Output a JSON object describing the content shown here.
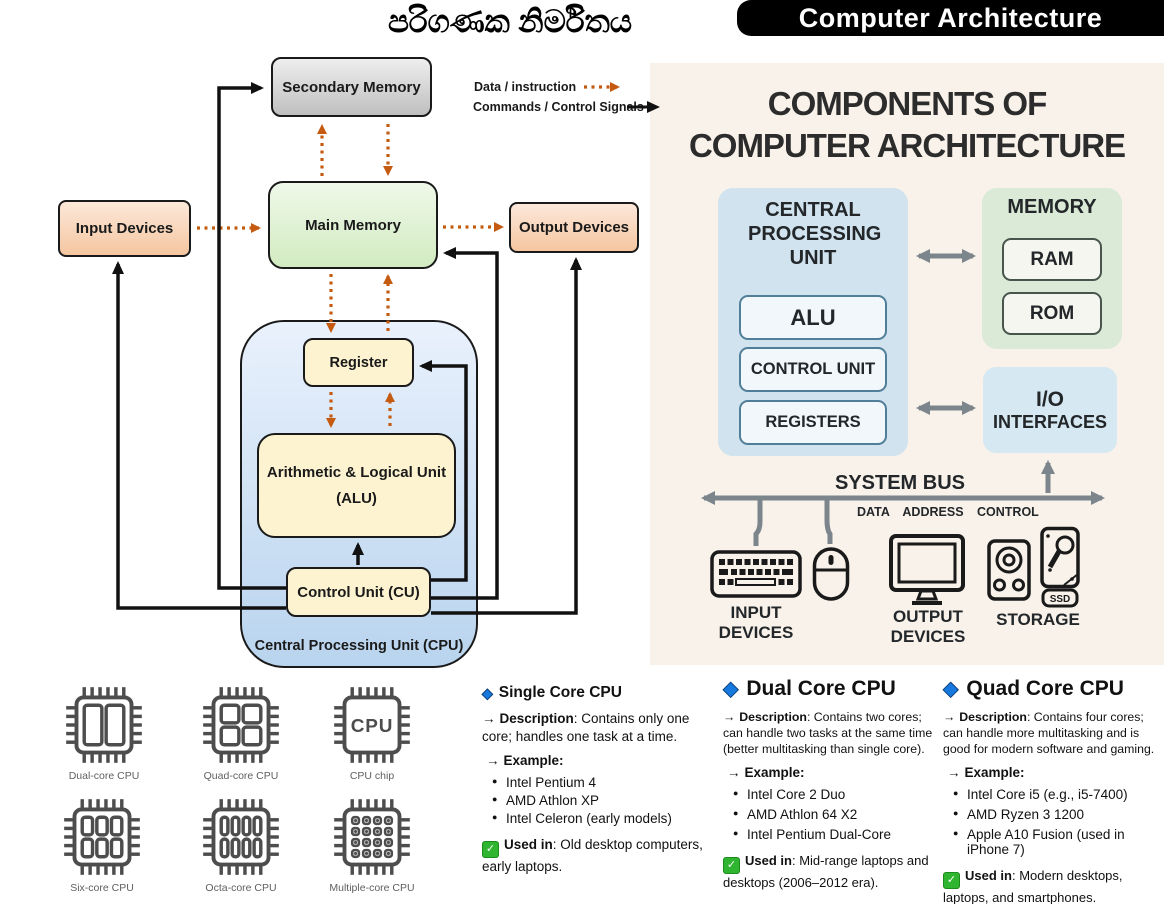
{
  "header": {
    "sinhala_title": "පරිගණක නිර්මිතය",
    "banner_title": "Computer Architecture"
  },
  "legend": {
    "data_label": "Data / instruction",
    "commands_label": "Commands / Control Signals"
  },
  "block_diagram": {
    "secondary_memory": "Secondary Memory",
    "input_devices": "Input Devices",
    "main_memory": "Main Memory",
    "output_devices": "Output Devices",
    "register": "Register",
    "alu_line1": "Arithmetic & Logical Unit",
    "alu_line2": "(ALU)",
    "control_unit": "Control Unit (CU)",
    "cpu_label": "Central Processing Unit (CPU)"
  },
  "infographic": {
    "title_line1": "COMPONENTS OF",
    "title_line2": "COMPUTER ARCHITECTURE",
    "cpu_title": "CENTRAL PROCESSING UNIT",
    "cpu_items": [
      "ALU",
      "CONTROL UNIT",
      "REGISTERS"
    ],
    "memory_title": "MEMORY",
    "memory_items": [
      "RAM",
      "ROM"
    ],
    "io_line1": "I/O",
    "io_line2": "INTERFACES",
    "system_bus": "SYSTEM BUS",
    "bus_sub": "DATA ADDRESS CONTROL",
    "input_label": "INPUT DEVICES",
    "output_label": "OUTPUT DEVICES",
    "storage_label": "STORAGE",
    "ssd_label": "SSD"
  },
  "chips": [
    {
      "label": "Dual-core CPU",
      "type": "cores",
      "rows": 1,
      "cols": 2
    },
    {
      "label": "Quad-core CPU",
      "type": "cores",
      "rows": 2,
      "cols": 2
    },
    {
      "label": "CPU chip",
      "type": "text",
      "text": "CPU"
    },
    {
      "label": "Six-core CPU",
      "type": "cores",
      "rows": 2,
      "cols": 3
    },
    {
      "label": "Octa-core CPU",
      "type": "cores",
      "rows": 2,
      "cols": 4
    },
    {
      "label": "Multiple-core CPU",
      "type": "dots",
      "rows": 4,
      "cols": 4
    }
  ],
  "cpu_types": [
    {
      "heading": "Single Core CPU",
      "description_label": "Description",
      "description": ": Contains only one core; handles one task at a time.",
      "example_label": "Example:",
      "examples": [
        "Intel Pentium 4",
        "AMD Athlon XP",
        "Intel Celeron (early models)"
      ],
      "used_label": "Used in",
      "used": ": Old desktop computers, early laptops."
    },
    {
      "heading": "Dual Core CPU",
      "description_label": "Description",
      "description": ": Contains two cores; can handle two tasks at the same time (better multitasking than single core).",
      "example_label": "Example:",
      "examples": [
        "Intel Core 2 Duo",
        "AMD Athlon 64 X2",
        "Intel Pentium Dual-Core"
      ],
      "used_label": "Used in",
      "used": ": Mid-range laptops and desktops (2006–2012 era)."
    },
    {
      "heading": "Quad Core CPU",
      "description_label": "Description",
      "description": ": Contains four cores; can handle more multitasking and is good for modern software and gaming.",
      "example_label": "Example:",
      "examples": [
        "Intel Core i5 (e.g., i5-7400)",
        "AMD Ryzen 3 1200",
        "Apple A10 Fusion (used in iPhone 7)"
      ],
      "used_label": "Used in",
      "used": ": Modern desktops, laptops, and smartphones."
    }
  ],
  "icons": {
    "diamond": "◆",
    "check": "✓",
    "arrow": "→"
  },
  "colors": {
    "data_arrow_orange": "#c55a11",
    "control_arrow_black": "#111111",
    "bus_gray": "#7d858c",
    "panel_background": "#f8f2ea",
    "cpu_container_blue": "#b9d4ee",
    "inner_box_cream": "#fdf3d0",
    "memory_green": "#d2ebc1",
    "device_peach": "#f5c6a0",
    "secondary_gray": "#bfbfbf",
    "panel_cpu_blue": "#d0e3ee",
    "panel_memory_green": "#dbead7",
    "diamond_blue": "#1778dd",
    "check_green": "#2fb52f"
  }
}
